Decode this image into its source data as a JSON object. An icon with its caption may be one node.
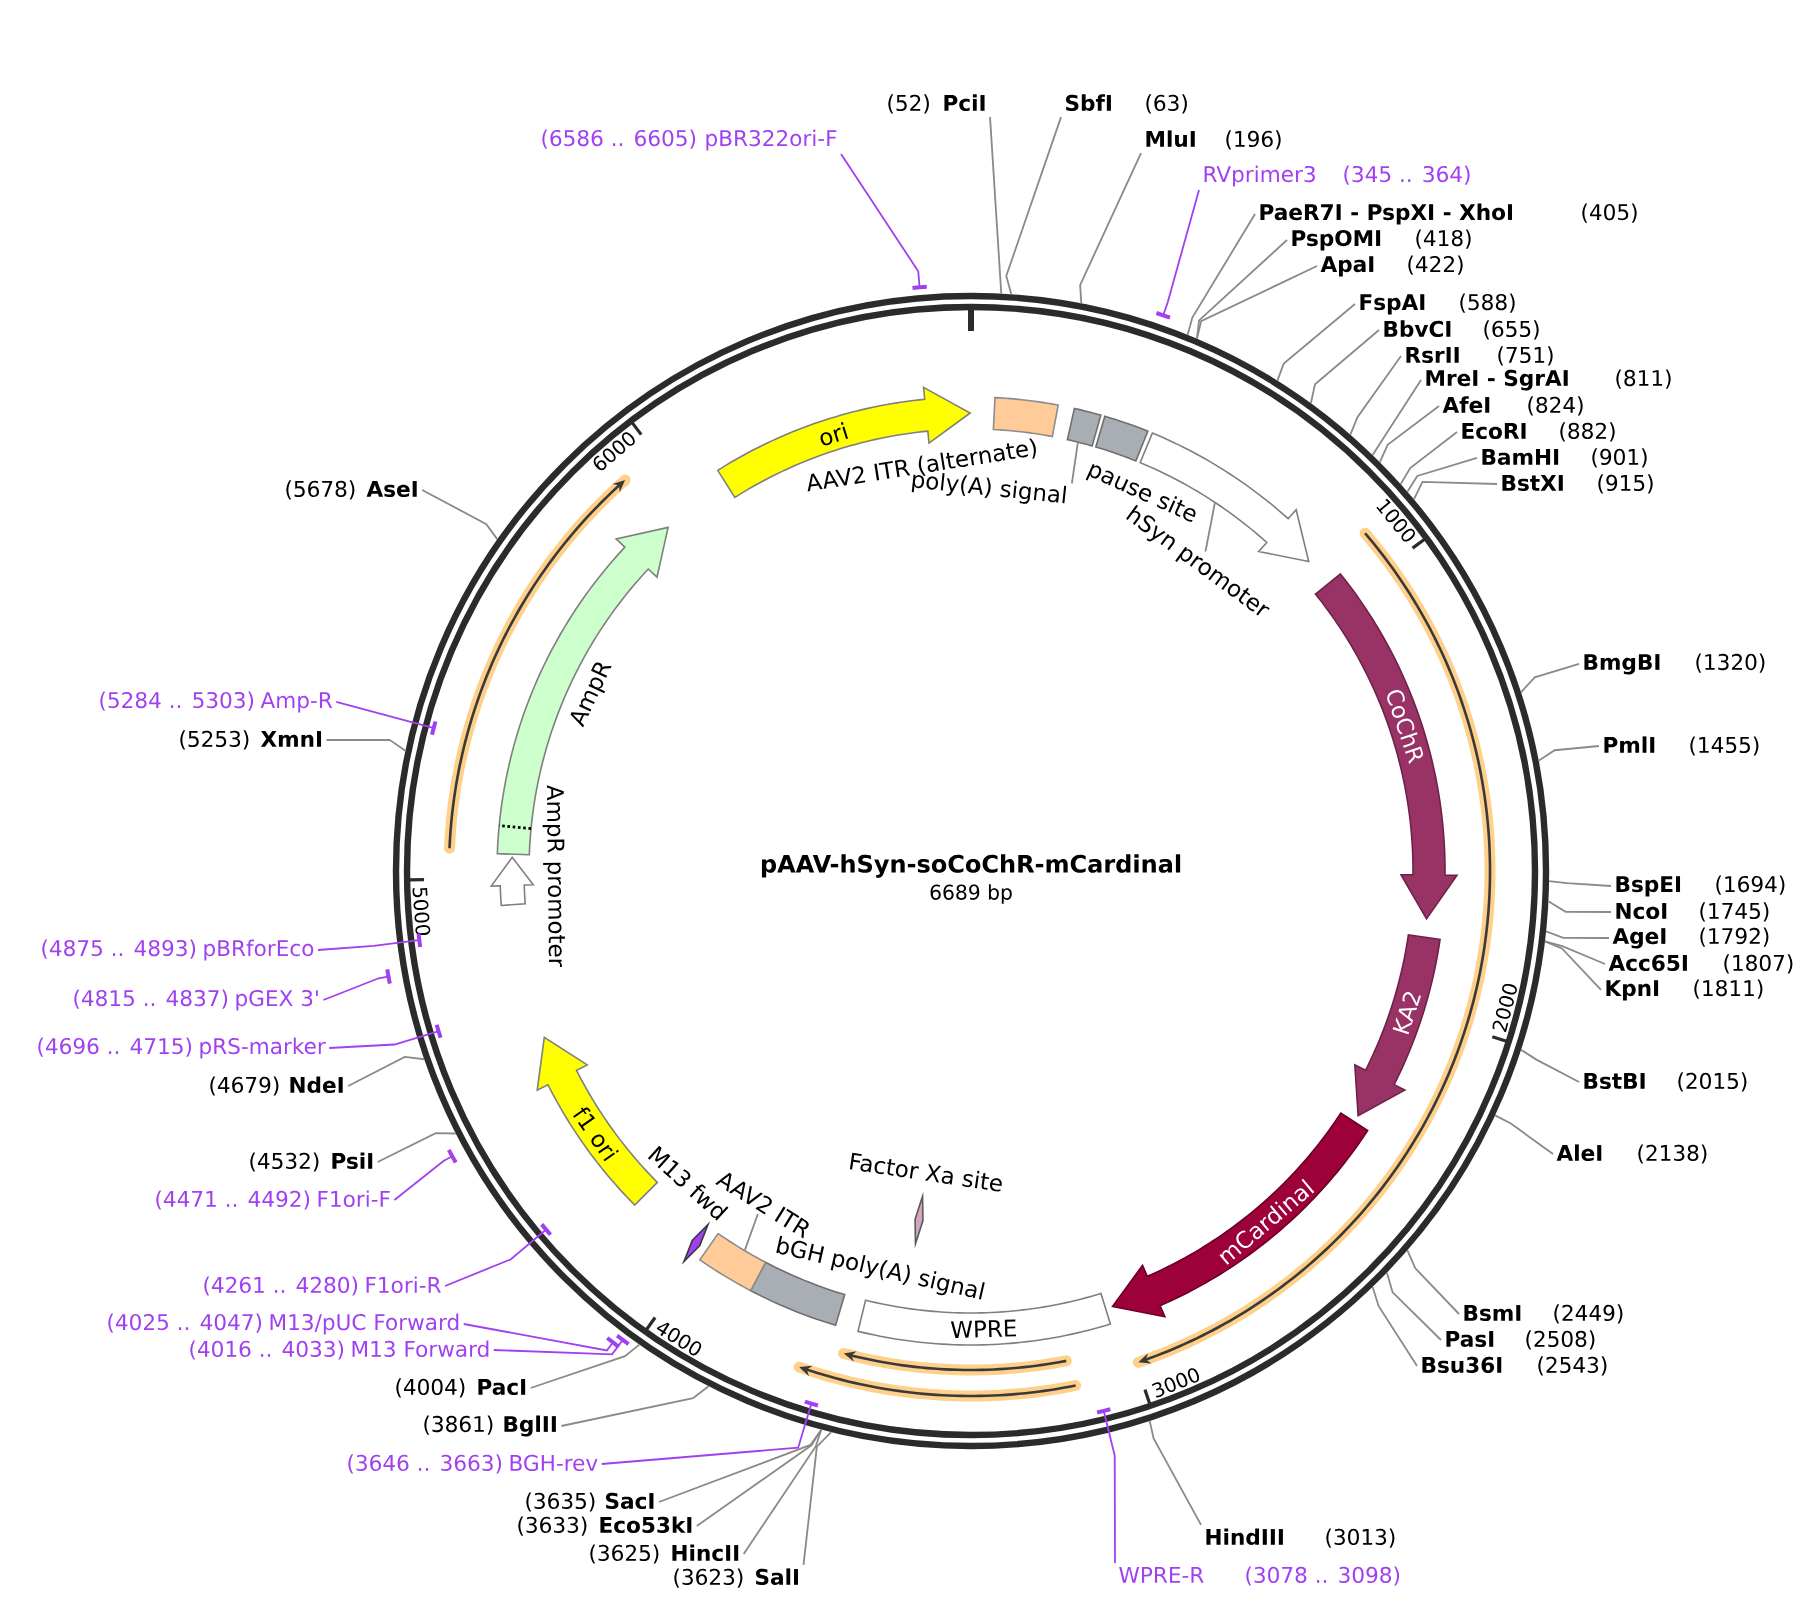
{
  "diagram": {
    "title": "pAAV-hSyn-soCoChR-mCardinal",
    "nodes": [
      {
        "text": [],
        "shape": "circle"
      },
      {
        "text": [
          "ori"
        ],
        "in": 0
      },
      {
        "text": [
          "AAV2 ITR (alternate)"
        ],
        "in": 0
      },
      {
        "text": [
          "poly(A) signal"
        ],
        "in": 0
      },
      {
        "text": [],
        "shape": "box",
        "in": 0
      },
      {
        "text": [
          "pause site"
        ],
        "in": 0
      },
      {
        "text": [
          "hSyn promoter"
        ],
        "in": 0
      },
      {
        "text": [],
        "shape": "arrow",
        "in": 0
      },
      {
        "text": [
          "CoChR"
        ],
        "in": 0
      },
      {
        "text": [
          "KA2"
        ],
        "in": 0
      },
      {
        "text": [
          "mCardinal"
        ],
        "in": 0
      },
      {
        "text": [
          "WPRE"
        ],
        "in": 0
      },
      {
        "text": [
          "bGH poly(A) signal"
        ],
        "in": 0
      },
      {
        "text": [
          "AAV2 ITR"
        ],
        "in": 0
      },
      {
        "text": [],
        "shape": "box",
        "in": 0
      },
      {
        "text": [
          "M13 fwd"
        ],
        "in": 0
      },
      {
        "text": [
          "Factor Xa site"
        ],
        "in": 0
      },
      {
        "text": [
          "f1 ori"
        ],
        "in": 0
      },
      {
        "text": [
          "AmpR promoter"
        ],
        "in": 0
      },
      {
        "text": [
          "AmpR"
        ],
        "in": 0
      },
      {
        "text": [
          "(6586 .. 6605)",
          "pBR322ori-F"
        ]
      },
      {
        "text": [],
        "shape": "bar"
      },
      {
        "text": [
          "(52)",
          "PciI"
        ]
      },
      {
        "text": [
          "SbfI",
          "(63)"
        ]
      },
      {
        "text": [
          "MluI",
          "(196)"
        ]
      },
      {
        "text": [
          "RVprimer3",
          "(345 .. 364)"
        ]
      },
      {
        "text": [],
        "shape": "bar",
        "in": 0
      },
      {
        "text": [
          "PaeR7I - PspXI - XhoI",
          "(405)"
        ]
      },
      {
        "text": [
          "PspOMI",
          "(418)"
        ]
      },
      {
        "text": [
          "ApaI",
          "(422)"
        ]
      },
      {
        "text": [
          "FspAI",
          "(588)"
        ]
      },
      {
        "text": [
          "BbvCI",
          "(655)"
        ]
      },
      {
        "text": [
          "RsrII",
          "(751)"
        ]
      },
      {
        "text": [
          "MreI - SgrAI",
          "(811)"
        ]
      },
      {
        "text": [
          "AfeI",
          "(824)"
        ]
      },
      {
        "text": [
          "EcoRI",
          "(882)"
        ]
      },
      {
        "text": [
          "BamHI",
          "(901)"
        ]
      },
      {
        "text": [
          "BstXI",
          "(915)"
        ]
      },
      {
        "text": [
          "BmgBI",
          "(1320)"
        ]
      },
      {
        "text": [
          "PmlI",
          "(1455)"
        ]
      },
      {
        "text": [
          "BspEI",
          "(1694)"
        ]
      },
      {
        "text": [
          "NcoI",
          "(1745)"
        ]
      },
      {
        "text": [
          "AgeI",
          "(1792)"
        ]
      },
      {
        "text": [
          "Acc65I",
          "(1807)"
        ]
      },
      {
        "text": [
          "KpnI",
          "(1811)"
        ]
      },
      {
        "text": [
          "BstBI",
          "(2015)"
        ]
      },
      {
        "text": [
          "AleI",
          "(2138)"
        ]
      },
      {
        "text": [
          "BsmI",
          "(2449)"
        ]
      },
      {
        "text": [
          "PasI",
          "(2508)"
        ]
      },
      {
        "text": [
          "Bsu36I",
          "(2543)"
        ]
      },
      {
        "text": [
          "HindIII",
          "(3013)"
        ]
      },
      {
        "text": [
          "WPRE-R",
          "(3078 .. 3098)"
        ]
      },
      {
        "text": [],
        "shape": "bar",
        "in": 0
      },
      {
        "text": [
          "(3623)",
          "SalI"
        ]
      },
      {
        "text": [
          "(3625)",
          "HincII"
        ]
      },
      {
        "text": [
          "(3633)",
          "Eco53kI"
        ]
      },
      {
        "text": [
          "(3635)",
          "SacI"
        ]
      },
      {
        "text": [
          "(3646 .. 3663)",
          "BGH-rev"
        ]
      },
      {
        "text": [],
        "shape": "bar",
        "in": 0
      },
      {
        "text": [
          "(3861)",
          "BglII"
        ]
      },
      {
        "text": [
          "(4004)",
          "PacI"
        ]
      },
      {
        "text": [
          "(4016 .. 4033)",
          "M13 Forward"
        ]
      },
      {
        "text": [],
        "shape": "bar",
        "in": 0
      },
      {
        "text": [
          "(4025 .. 4047)",
          "M13/pUC Forward"
        ]
      },
      {
        "text": [],
        "shape": "bar",
        "in": 0
      },
      {
        "text": [
          "(4261 .. 4280)",
          "F1ori-R"
        ]
      },
      {
        "text": [],
        "shape": "bar",
        "in": 0
      },
      {
        "text": [
          "(4471 .. 4492)",
          "F1ori-F"
        ]
      },
      {
        "text": [],
        "shape": "bar",
        "in": 0
      },
      {
        "text": [
          "(4532)",
          "PsiI"
        ]
      },
      {
        "text": [
          "(4679)",
          "NdeI"
        ]
      },
      {
        "text": [
          "(4696 .. 4715)",
          "pRS-marker"
        ]
      },
      {
        "text": [],
        "shape": "bar",
        "in": 0
      },
      {
        "text": [
          "(4815 .. 4837)",
          "pGEX 3'"
        ]
      },
      {
        "text": [],
        "shape": "bar"
      },
      {
        "text": [
          "(4875 .. 4893)",
          "pBRforEco"
        ]
      },
      {
        "text": [],
        "shape": "bar",
        "in": 0
      },
      {
        "text": [
          "(5253)",
          "XmnI"
        ]
      },
      {
        "text": [
          "(5284 .. 5303)",
          "Amp-R"
        ]
      },
      {
        "text": [],
        "shape": "bar",
        "in": 0
      },
      {
        "text": [
          "(5678)",
          "AseI"
        ]
      }
    ],
    "edges": [
      {
        "from": 3,
        "to": 4,
        "arrow": "none"
      },
      {
        "from": 6,
        "to": 7,
        "arrow": "none"
      },
      {
        "from": 13,
        "to": 14,
        "arrow": "none"
      },
      {
        "from": 20,
        "to": 21,
        "arrow": "none",
        "color": "#a040f0"
      },
      {
        "from": 22,
        "to": 0,
        "arrow": "none"
      },
      {
        "from": 23,
        "to": 0,
        "arrow": "none"
      },
      {
        "from": 24,
        "to": 0,
        "arrow": "none"
      },
      {
        "from": 25,
        "to": 26,
        "arrow": "none",
        "color": "#a040f0"
      },
      {
        "from": 27,
        "to": 0,
        "arrow": "none"
      },
      {
        "from": 28,
        "to": 0,
        "arrow": "none"
      },
      {
        "from": 29,
        "to": 0,
        "arrow": "none"
      },
      {
        "from": 30,
        "to": 0,
        "arrow": "none"
      },
      {
        "from": 31,
        "to": 0,
        "arrow": "none"
      },
      {
        "from": 32,
        "to": 0,
        "arrow": "none"
      },
      {
        "from": 33,
        "to": 0,
        "arrow": "none"
      },
      {
        "from": 34,
        "to": 0,
        "arrow": "none"
      },
      {
        "from": 35,
        "to": 0,
        "arrow": "none"
      },
      {
        "from": 36,
        "to": 0,
        "arrow": "none"
      },
      {
        "from": 37,
        "to": 0,
        "arrow": "none"
      },
      {
        "from": 38,
        "to": 0,
        "arrow": "none"
      },
      {
        "from": 39,
        "to": 0,
        "arrow": "none"
      },
      {
        "from": 40,
        "to": 0,
        "arrow": "none"
      },
      {
        "from": 41,
        "to": 0,
        "arrow": "none"
      },
      {
        "from": 42,
        "to": 0,
        "arrow": "none"
      },
      {
        "from": 43,
        "to": 0,
        "arrow": "none"
      },
      {
        "from": 44,
        "to": 0,
        "arrow": "none"
      },
      {
        "from": 45,
        "to": 0,
        "arrow": "none"
      },
      {
        "from": 46,
        "to": 0,
        "arrow": "none"
      },
      {
        "from": 47,
        "to": 0,
        "arrow": "none"
      },
      {
        "from": 48,
        "to": 0,
        "arrow": "none"
      },
      {
        "from": 49,
        "to": 0,
        "arrow": "none"
      },
      {
        "from": 50,
        "to": 0,
        "arrow": "none"
      },
      {
        "from": 51,
        "to": 52,
        "arrow": "none",
        "color": "#a040f0"
      },
      {
        "from": 53,
        "to": 0,
        "arrow": "none"
      },
      {
        "from": 54,
        "to": 0,
        "arrow": "none"
      },
      {
        "from": 55,
        "to": 0,
        "arrow": "none"
      },
      {
        "from": 56,
        "to": 0,
        "arrow": "none"
      },
      {
        "from": 57,
        "to": 58,
        "arrow": "none",
        "color": "#a040f0"
      },
      {
        "from": 59,
        "to": 0,
        "arrow": "none"
      },
      {
        "from": 60,
        "to": 0,
        "arrow": "none"
      },
      {
        "from": 61,
        "to": 62,
        "arrow": "none",
        "color": "#a040f0"
      },
      {
        "from": 63,
        "to": 64,
        "arrow": "none",
        "color": "#a040f0"
      },
      {
        "from": 65,
        "to": 66,
        "arrow": "none",
        "color": "#a040f0"
      },
      {
        "from": 67,
        "to": 68,
        "arrow": "none",
        "color": "#a040f0"
      },
      {
        "from": 69,
        "to": 0,
        "arrow": "none"
      },
      {
        "from": 70,
        "to": 0,
        "arrow": "none"
      },
      {
        "from": 71,
        "to": 72,
        "arrow": "none",
        "color": "#a040f0"
      },
      {
        "from": 73,
        "to": 74,
        "arrow": "none",
        "color": "#a040f0"
      },
      {
        "from": 75,
        "to": 76,
        "arrow": "none",
        "color": "#a040f0"
      },
      {
        "from": 77,
        "to": 0,
        "arrow": "none"
      },
      {
        "from": 78,
        "to": 79,
        "arrow": "none",
        "color": "#a040f0"
      },
      {
        "from": 80,
        "to": 0,
        "arrow": "none"
      }
    ],
    "labels": [
      "6689 bp",
      "1000",
      "2000",
      "3000",
      "4000",
      "5000",
      "6000"
    ]
  }
}
